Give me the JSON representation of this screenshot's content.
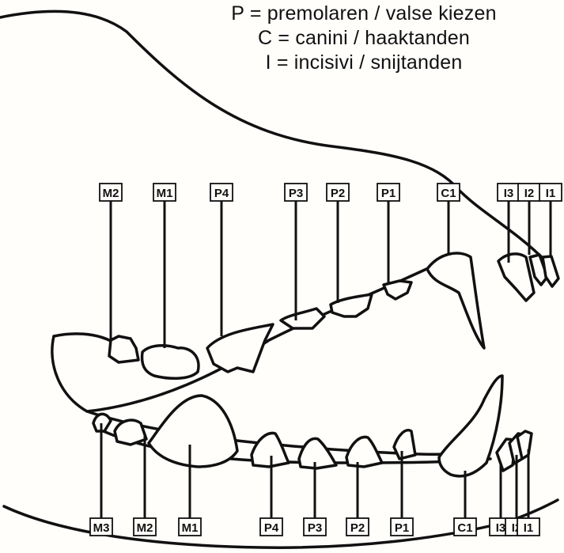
{
  "legend": [
    "P = premolaren / valse kiezen",
    "C = canini / haaktanden",
    "I = incisivi / snijtanden"
  ],
  "upper_labels": [
    "M2",
    "M1",
    "P4",
    "P3",
    "P2",
    "P1",
    "C1",
    "I3",
    "I2",
    "I1"
  ],
  "lower_labels": [
    "M3",
    "M2",
    "M1",
    "P4",
    "P3",
    "P2",
    "P1",
    "C1",
    "I3",
    "I2",
    "I1"
  ],
  "colors": {
    "ink": "#111111",
    "paper": "#fffefb"
  }
}
